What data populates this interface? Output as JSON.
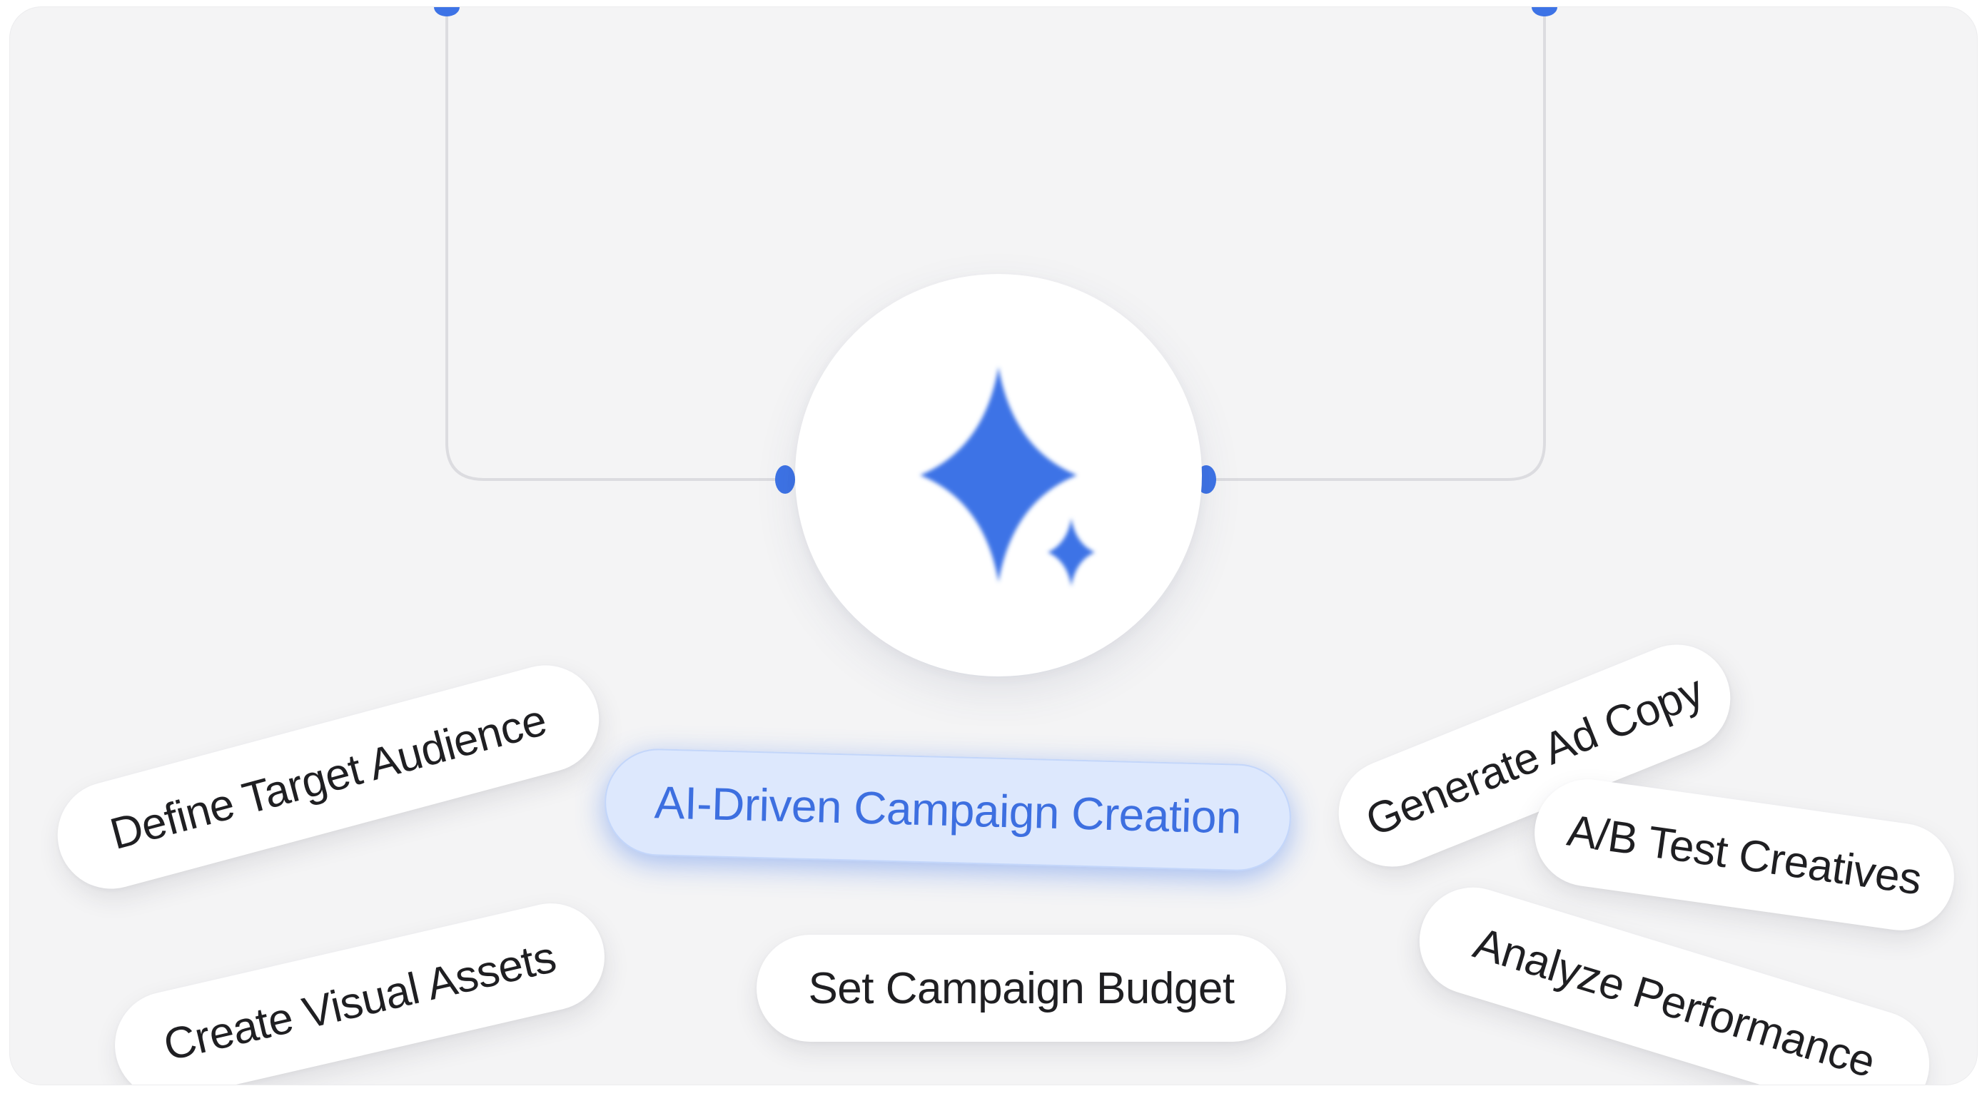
{
  "diagram": {
    "center_node": {
      "icon": "sparkle-icon",
      "label": "AI-Driven Campaign Creation"
    },
    "task_pills": [
      "Define Target Audience",
      "Generate Ad Copy",
      "A/B Test Creatives",
      "Create Visual Assets",
      "Set Campaign Budget",
      "Analyze Performance"
    ]
  },
  "colors": {
    "accent": "#3d73e6",
    "background": "#f4f4f5",
    "pill": "#ffffff",
    "highlight_pill": "#dde8fd",
    "text": "#1f1f22"
  }
}
